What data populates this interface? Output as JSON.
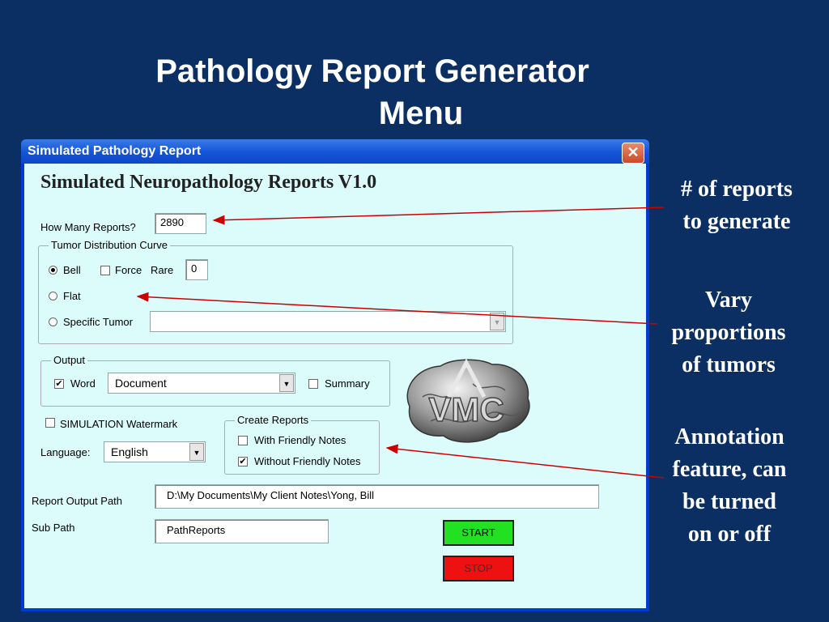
{
  "slide": {
    "title_line1": "Pathology Report Generator",
    "title_line2": "Menu"
  },
  "callouts": {
    "reports": [
      "# of reports",
      "to generate"
    ],
    "proportions": [
      "Vary",
      "proportions",
      "of tumors"
    ],
    "annotation": [
      "Annotation",
      "feature, can",
      "be turned",
      "on or off"
    ]
  },
  "window": {
    "title": "Simulated Pathology Report",
    "close_glyph": "✕",
    "heading": "Simulated Neuropathology Reports  V1.0",
    "how_many_label": "How Many Reports?",
    "how_many_value": "2890",
    "tumor_group": {
      "legend": "Tumor Distribution Curve",
      "bell_label": "Bell",
      "force_label": "Force",
      "rare_label": "Rare",
      "rare_value": "0",
      "flat_label": "Flat",
      "specific_label": "Specific Tumor",
      "specific_value": ""
    },
    "output_group": {
      "legend": "Output",
      "word_label": "Word",
      "format_value": "Document",
      "summary_label": "Summary"
    },
    "watermark_label": "SIMULATION Watermark",
    "language_label": "Language:",
    "language_value": "English",
    "create_group": {
      "legend": "Create Reports",
      "with_notes_label": "With Friendly Notes",
      "without_notes_label": "Without Friendly Notes"
    },
    "output_path_label": "Report Output Path",
    "output_path_value": "D:\\My Documents\\My Client Notes\\Yong, Bill",
    "sub_path_label": "Sub Path",
    "sub_path_value": "PathReports",
    "start_label": "START",
    "stop_label": "STOP",
    "logo_text": "VMC"
  },
  "colors": {
    "background": "#0b2f63",
    "client": "#dcfcfc",
    "start": "#22e022",
    "stop": "#ee1111",
    "arrow": "#cc0000"
  }
}
